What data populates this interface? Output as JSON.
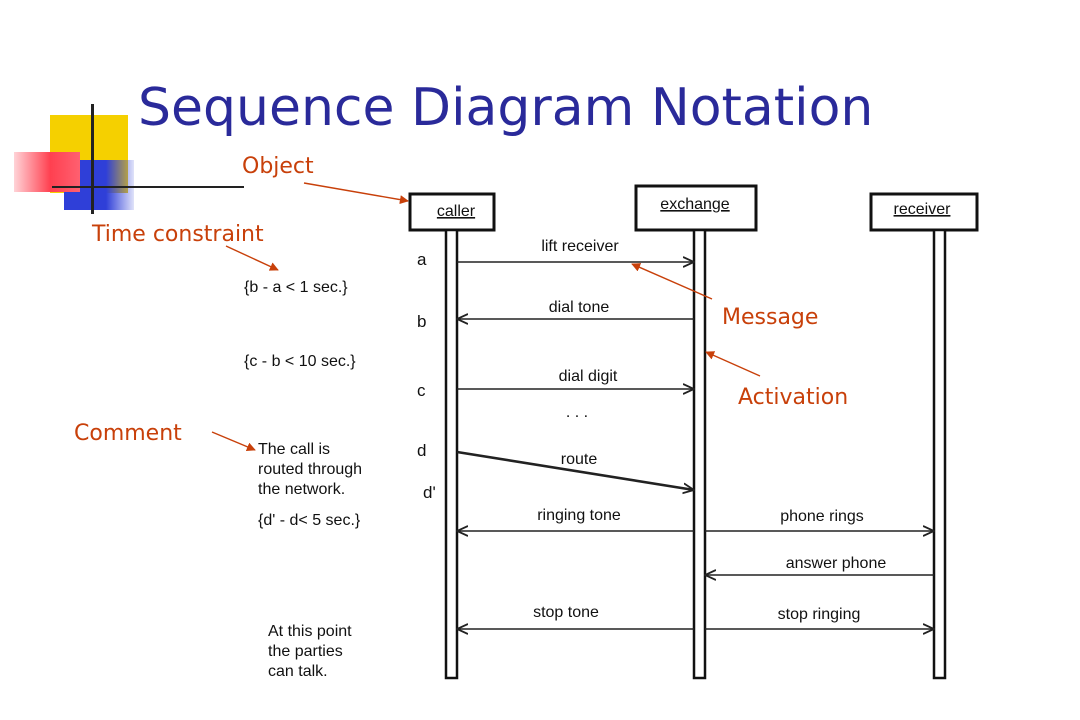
{
  "slide": {
    "title": "Sequence Diagram Notation"
  },
  "callouts": {
    "object": "Object",
    "time_constraint": "Time constraint",
    "comment": "Comment",
    "message": "Message",
    "activation": "Activation"
  },
  "objects": {
    "caller": "caller",
    "exchange": "exchange",
    "receiver": "receiver"
  },
  "time_labels": {
    "a": "a",
    "b": "b",
    "c": "c",
    "d": "d",
    "d_prime": "d'"
  },
  "constraints": {
    "b_a": "{b - a < 1 sec.}",
    "c_b": "{c - b < 10 sec.}",
    "dp_d": "{d' - d< 5 sec.}"
  },
  "comments": {
    "routed": [
      "The call is",
      "routed through",
      "the network."
    ],
    "talk": [
      "At this point",
      "the parties",
      "can talk."
    ]
  },
  "messages": {
    "lift_receiver": "lift receiver",
    "dial_tone": "dial tone",
    "dial_digit": "dial digit",
    "ellipsis": ". . .",
    "route": "route",
    "ringing_tone": "ringing tone",
    "phone_rings": "phone rings",
    "answer_phone": "answer phone",
    "stop_tone": "stop tone",
    "stop_ringing": "stop ringing"
  },
  "colors": {
    "title": "#2a2a9a",
    "callout": "#c8400a",
    "deco_yellow": "#f5d000",
    "deco_blue": "#2f3fd8",
    "deco_red": "#ff5060"
  }
}
